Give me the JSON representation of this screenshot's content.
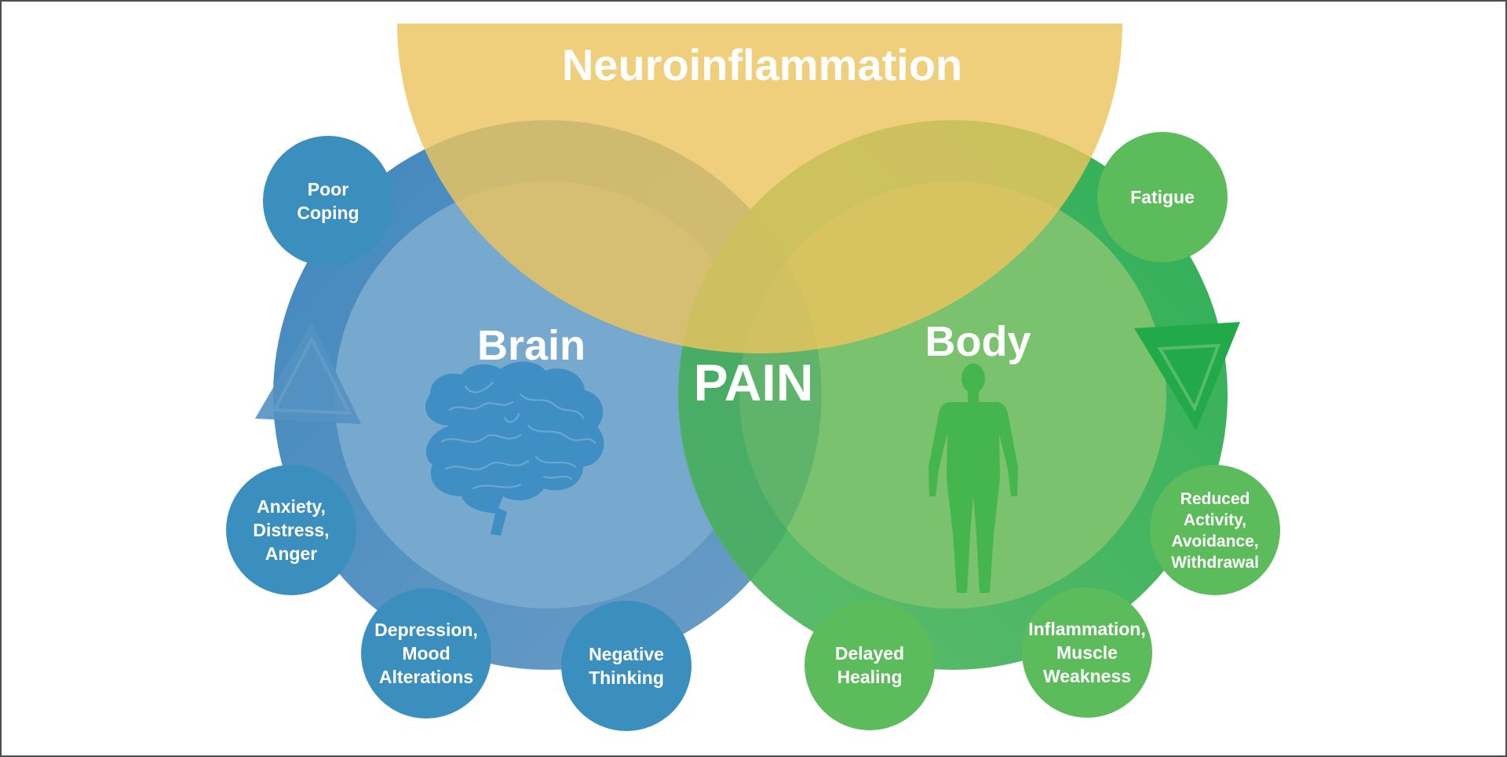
{
  "title": "Neuroinflammation",
  "center_label": "PAIN",
  "brain": {
    "label": "Brain",
    "color": "#3d8ec1",
    "icon": "brain-icon",
    "nodes": [
      {
        "id": "poor-coping",
        "lines": [
          "Poor",
          "Coping"
        ]
      },
      {
        "id": "anxiety",
        "lines": [
          "Anxiety,",
          "Distress,",
          "Anger"
        ]
      },
      {
        "id": "depression",
        "lines": [
          "Depression,",
          "Mood",
          "Alterations"
        ]
      },
      {
        "id": "negative-thinking",
        "lines": [
          "Negative",
          "Thinking"
        ]
      }
    ]
  },
  "body": {
    "label": "Body",
    "color": "#3cb54a",
    "icon": "human-figure-icon",
    "nodes": [
      {
        "id": "fatigue",
        "lines": [
          "Fatigue"
        ]
      },
      {
        "id": "reduced-activity",
        "lines": [
          "Reduced",
          "Activity,",
          "Avoidance,",
          "Withdrawal"
        ]
      },
      {
        "id": "inflammation",
        "lines": [
          "Inflammation,",
          "Muscle",
          "Weakness"
        ]
      },
      {
        "id": "delayed-healing",
        "lines": [
          "Delayed",
          "Healing"
        ]
      }
    ]
  },
  "colors": {
    "neuro": "#ecc55e",
    "blue_ring": "#4a88bb",
    "blue_inner": "#77a8cd",
    "green_ring": "#35b052",
    "green_inner": "#7cc26d",
    "blue_node": "#3b8fbf",
    "green_node": "#5cbc5c",
    "border": "#4d4d4d"
  }
}
